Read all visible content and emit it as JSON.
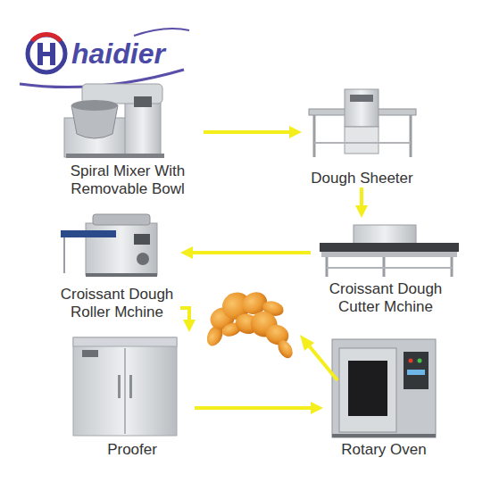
{
  "diagram": {
    "nodes": [
      {
        "text": [
          "Spiral Mixer With Removable Bowl"
        ]
      },
      {
        "text": [
          "Dough Sheeter"
        ]
      },
      {
        "text": [
          "Croissant Dough Roller Mchine"
        ]
      },
      {
        "text": [
          "Croissant Dough Cutter Mchine"
        ]
      },
      {
        "text": [
          "Proofer"
        ]
      },
      {
        "text": [
          "Rotary Oven"
        ]
      }
    ],
    "edges": [
      {
        "from": 0,
        "to": 1,
        "arrow": "to"
      },
      {
        "from": 1,
        "to": 3,
        "arrow": "to"
      },
      {
        "from": 3,
        "to": 2,
        "arrow": "to"
      },
      {
        "from": 2,
        "to": 4,
        "arrow": "to"
      },
      {
        "from": 4,
        "to": 5,
        "arrow": "to"
      }
    ],
    "labels": [
      "haidier"
    ]
  }
}
